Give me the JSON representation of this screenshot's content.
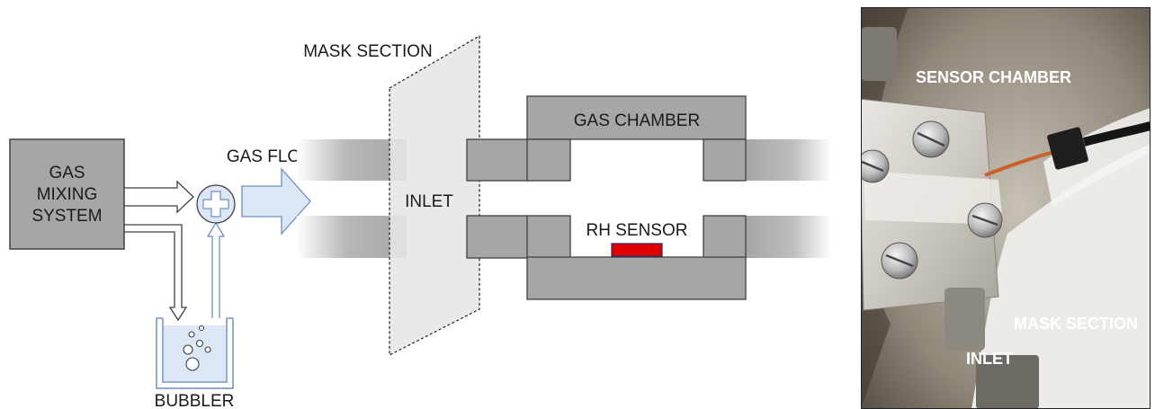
{
  "schematic": {
    "gas_mixing_system": [
      "GAS",
      "MIXING",
      "SYSTEM"
    ],
    "gas_flow": "GAS FLOW",
    "mask_section": "MASK SECTION",
    "inlet": "INLET",
    "gas_chamber": "GAS CHAMBER",
    "rh_sensor": "RH SENSOR",
    "bubbler": "BUBBLER"
  },
  "photo": {
    "sensor_chamber": "SENSOR CHAMBER",
    "mask_section": "MASK SECTION",
    "inlet": "INLET"
  },
  "colors": {
    "block_fill": "#a6a6a6",
    "block_stroke": "#404040",
    "sensor_red": "#e00000",
    "arrow_blue_fill": "#dce6f4",
    "arrow_blue_stroke": "#6f8fc0",
    "mask_fill": "#e6e6e6"
  }
}
